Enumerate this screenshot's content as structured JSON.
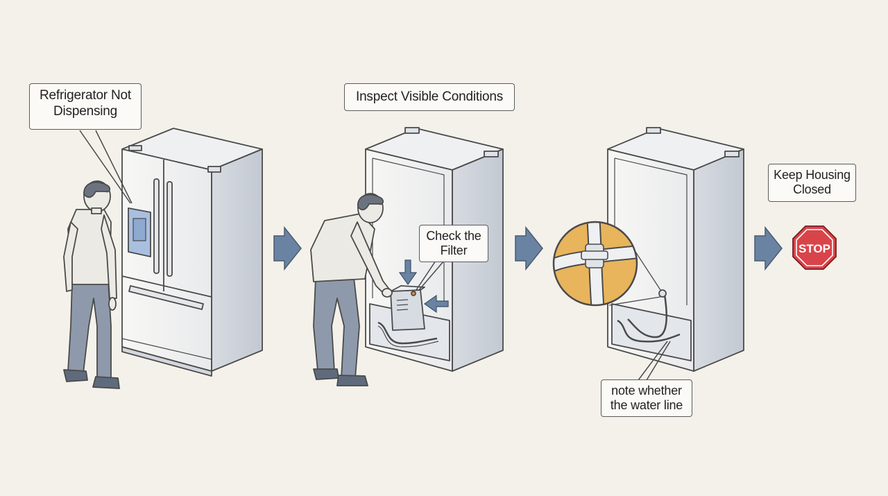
{
  "callouts": {
    "step1": {
      "line1": "Refrigerator Not",
      "line2": "Dispensing"
    },
    "step2_title": "Inspect Visible Conditions",
    "step2_filter": {
      "line1": "Check the",
      "line2": "Filter"
    },
    "step3_note": {
      "line1": "note whether",
      "line2": "the water line"
    },
    "step4": {
      "line1": "Keep Housing",
      "line2": "Closed"
    }
  },
  "stop_sign": {
    "text": "STOP"
  },
  "colors": {
    "background": "#f3f1ea",
    "arrow": "#6b83a3",
    "stop_red": "#d9444a",
    "magnifier_bg": "#e8b45c",
    "shirt": "#eceae4",
    "pants": "#8e9aab"
  }
}
